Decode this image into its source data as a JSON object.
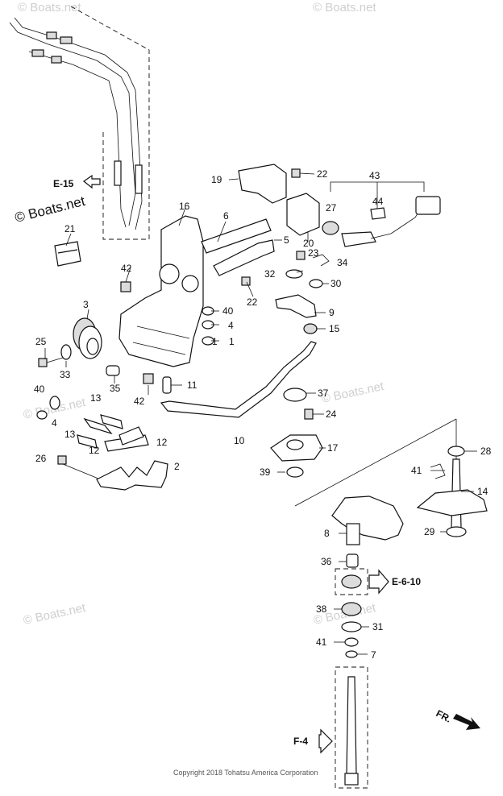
{
  "watermarks": [
    "© Boats.net",
    "© Boats.net",
    "© Boats.net",
    "© Boats.net",
    "© Boats.net",
    "© Boats.net",
    "© Boats.net"
  ],
  "brand_watermark": "© Boats.net",
  "copyright": "Copyright 2018 Tohatsu America Corporation",
  "refs": {
    "e15": "E-15",
    "e610": "E-6-10",
    "f4": "F-4",
    "fr": "FR."
  },
  "callouts": {
    "c1": "1",
    "c2": "2",
    "c3": "3",
    "c4a": "4",
    "c4b": "4",
    "c5": "5",
    "c6": "6",
    "c7": "7",
    "c8": "8",
    "c9": "9",
    "c10": "10",
    "c11": "11",
    "c12a": "12",
    "c12b": "12",
    "c13a": "13",
    "c13b": "13",
    "c14": "14",
    "c15": "15",
    "c16": "16",
    "c17": "17",
    "c19": "19",
    "c20": "20",
    "c21": "21",
    "c22a": "22",
    "c22b": "22",
    "c23": "23",
    "c24": "24",
    "c25": "25",
    "c26": "26",
    "c27": "27",
    "c28": "28",
    "c29": "29",
    "c30": "30",
    "c31": "31",
    "c32": "32",
    "c33": "33",
    "c34": "34",
    "c35": "35",
    "c36": "36",
    "c37": "37",
    "c38": "38",
    "c39": "39",
    "c40a": "40",
    "c40b": "40",
    "c41a": "41",
    "c41b": "41",
    "c42a": "42",
    "c42b": "42",
    "c43": "43",
    "c44": "44"
  }
}
